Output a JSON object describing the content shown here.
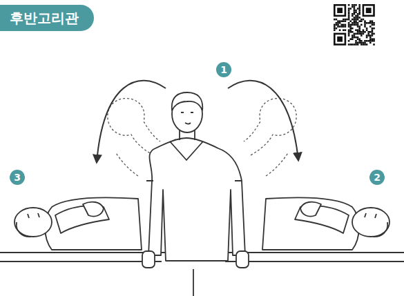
{
  "diagram": {
    "title": "후반고리관",
    "labels": [
      "1",
      "3",
      "2"
    ]
  }
}
